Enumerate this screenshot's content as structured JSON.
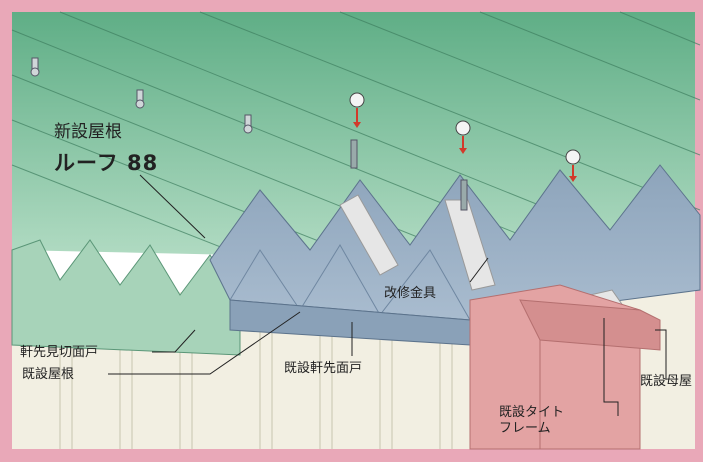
{
  "labels": {
    "new_roof_line1": "新設屋根",
    "new_roof_line2": "ルーフ 88",
    "renovation_fitting": "改修金具",
    "eave_cut_face": "軒先見切面戸",
    "existing_roof": "既設屋根",
    "existing_eave_face": "既設軒先面戸",
    "existing_tight_frame_line1": "既設タイト",
    "existing_tight_frame_line2": "フレーム",
    "existing_purlin": "既設母屋"
  },
  "colors": {
    "border": "#e9a8b8",
    "new_roof": "#9fd0b4",
    "new_roof_dark": "#79b597",
    "existing_roof": "#98adc2",
    "existing_roof_dark": "#6f87a1",
    "wall": "#f2efe2",
    "purlin": "#e3a3a3",
    "bracket": "#e6e6e6",
    "screw_arrow": "#d23a2a"
  }
}
